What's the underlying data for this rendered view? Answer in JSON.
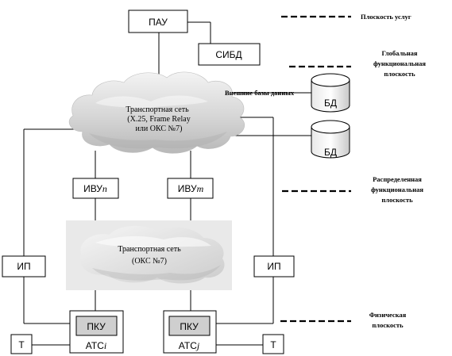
{
  "nodes": {
    "pau": "ПАУ",
    "sibd": "СИБД",
    "ivu_n_prefix": "ИВУ",
    "ivu_n_suffix": "n",
    "ivu_m_prefix": "ИВУ",
    "ivu_m_suffix": "m",
    "ip_left": "ИП",
    "ip_right": "ИП",
    "pku_left": "ПКУ",
    "pku_right": "ПКУ",
    "ats_i_prefix": "АТС",
    "ats_i_suffix": "i",
    "ats_j_prefix": "АТС",
    "ats_j_suffix": "j",
    "t_left": "Т",
    "t_right": "Т"
  },
  "databases": {
    "caption": "Внешние базы данных",
    "db1": "БД",
    "db2": "БД"
  },
  "networks": {
    "top_cloud": {
      "line1": "Транспортная сеть",
      "line2": "(X.25, Frame Relay",
      "line3": "или ОКС №7)"
    },
    "bottom_cloud": {
      "line1": "Транспортная сеть",
      "line2": "(ОКС №7)"
    }
  },
  "legend": {
    "services_plane": "Плоскость услуг",
    "global_functional_plane": {
      "line1": "Глобальная",
      "line2": "функциональная",
      "line3": "плоскость"
    },
    "distributed_functional_plane": {
      "line1": "Распределенная",
      "line2": "функциональная",
      "line3": "плоскость"
    },
    "physical_plane": {
      "line1": "Физическая",
      "line2": "плоскость"
    }
  }
}
